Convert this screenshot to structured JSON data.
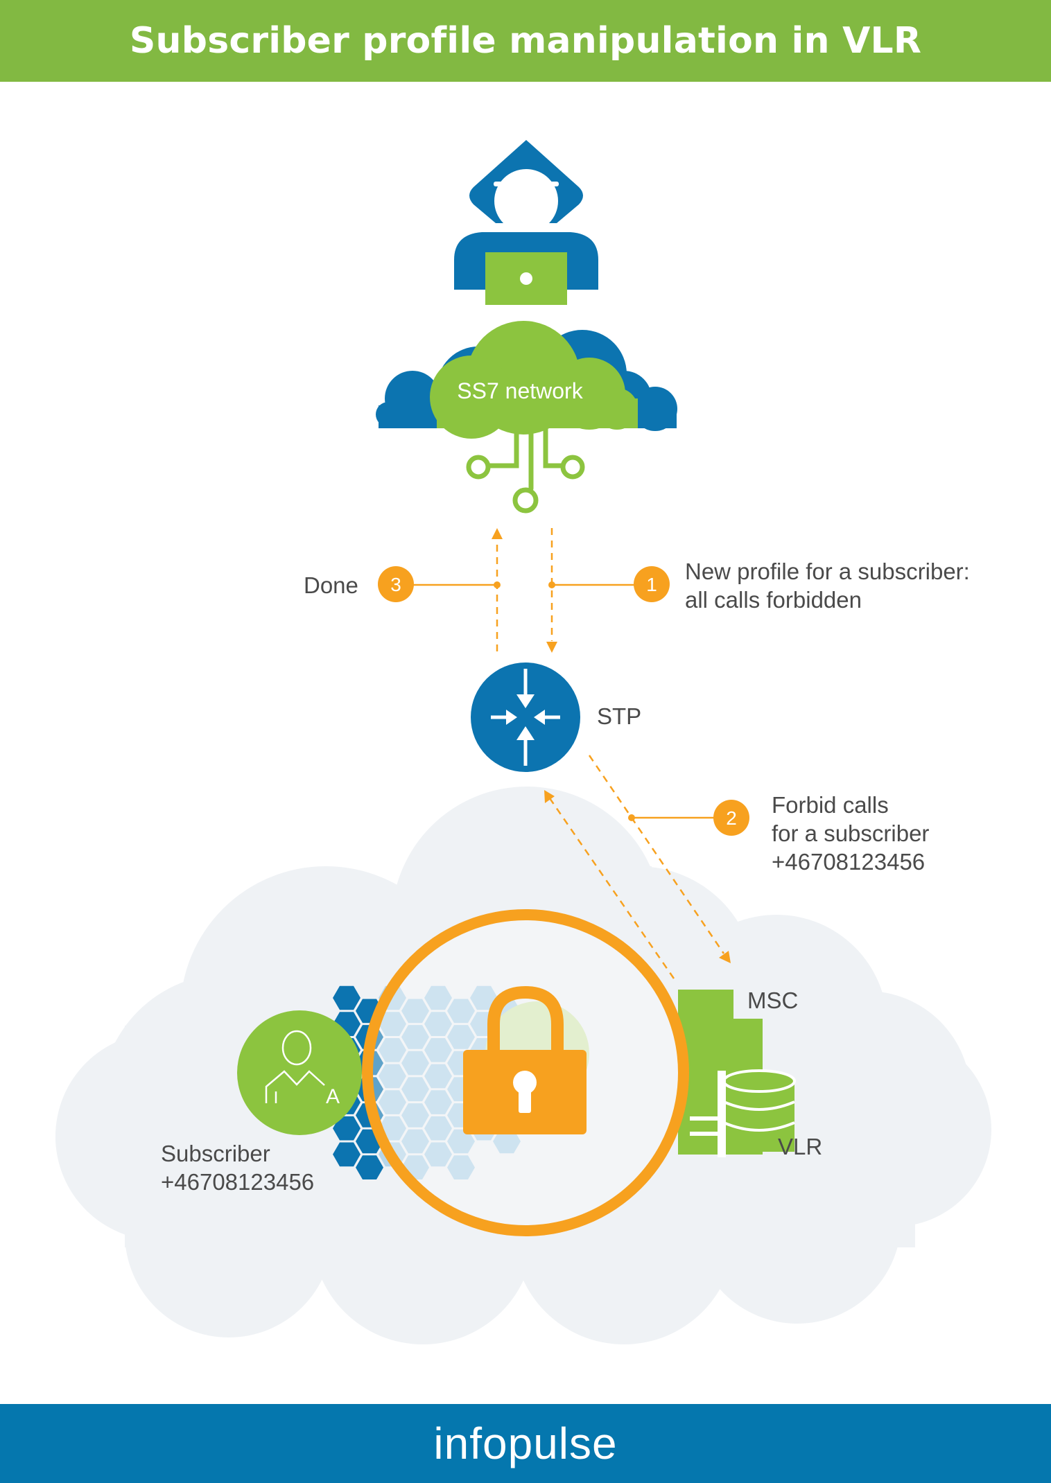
{
  "title": "Subscriber profile manipulation in VLR",
  "brand": "infopulse",
  "colors": {
    "green": "#82b942",
    "light_green": "#8cc43f",
    "blue": "#0c74b0",
    "footer_blue": "#0577ae",
    "orange": "#f7a11f",
    "cloud_gray": "#eff2f5",
    "hex_light": "#b6d6ea",
    "text": "#4a4a4a"
  },
  "nodes": {
    "hacker": {
      "icon": "hacker-with-laptop-icon"
    },
    "network": {
      "label": "SS7 network",
      "icon": "cloud-circuit-icon"
    },
    "stp": {
      "label": "STP",
      "icon": "arrows-converge-icon"
    },
    "msc": {
      "label": "MSC",
      "icon": "server-icon"
    },
    "vlr": {
      "label": "VLR",
      "icon": "database-icon"
    },
    "subscriber": {
      "label": "Subscriber",
      "number": "+46708123456",
      "icon": "user-icon",
      "letter": "A"
    },
    "lock": {
      "icon": "padlock-icon"
    }
  },
  "steps": [
    {
      "number": "1",
      "lines": [
        "New profile for a subscriber:",
        "all calls forbidden"
      ]
    },
    {
      "number": "2",
      "lines": [
        "Forbid calls",
        "for a subscriber",
        "+46708123456"
      ]
    },
    {
      "number": "3",
      "lines": [
        "Done"
      ]
    }
  ]
}
